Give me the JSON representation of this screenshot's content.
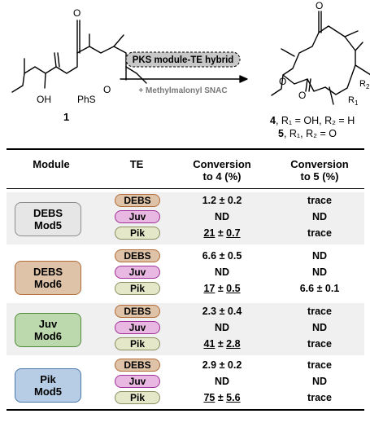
{
  "scheme": {
    "compound1_label": "1",
    "oh_label": "OH",
    "phs_label": "PhS",
    "o_label": "O",
    "enzyme_label": "PKS module-TE hybrid",
    "reagent_label": "+ Methylmalonyl SNAC",
    "r1_label": "R",
    "r1_sub": "1",
    "r2_label": "R",
    "r2_sub": "2",
    "product4_num": "4",
    "product4_text": ", R₁ = OH, R₂ = H",
    "product5_num": "5",
    "product5_text": ", R₁, R₂ = O"
  },
  "table": {
    "headers": {
      "module": "Module",
      "te": "TE",
      "conv4": "Conversion to 4 (%)",
      "conv4_line1": "Conversion",
      "conv4_line2": "to 4 (%)",
      "conv5": "Conversion to 5 (%)",
      "conv5_line1": "Conversion",
      "conv5_line2": "to 5 (%)"
    },
    "groups": [
      {
        "module_line1": "DEBS",
        "module_line2": "Mod5",
        "rows": [
          {
            "te": "DEBS",
            "conv4": "1.2 ± 0.2",
            "conv5": "trace"
          },
          {
            "te": "Juv",
            "conv4": "ND",
            "conv5": "ND"
          },
          {
            "te": "Pik",
            "conv4_a": "21",
            "conv4_pm": " ± ",
            "conv4_b": "0.7",
            "conv5": "trace"
          }
        ]
      },
      {
        "module_line1": "DEBS",
        "module_line2": "Mod6",
        "rows": [
          {
            "te": "DEBS",
            "conv4": "6.6 ± 0.5",
            "conv5": "ND"
          },
          {
            "te": "Juv",
            "conv4": "ND",
            "conv5": "ND"
          },
          {
            "te": "Pik",
            "conv4_a": "17",
            "conv4_pm": " ± ",
            "conv4_b": "0.5",
            "conv5": "6.6 ± 0.1"
          }
        ]
      },
      {
        "module_line1": "Juv",
        "module_line2": "Mod6",
        "rows": [
          {
            "te": "DEBS",
            "conv4": "2.3 ± 0.4",
            "conv5": "trace"
          },
          {
            "te": "Juv",
            "conv4": "ND",
            "conv5": "ND"
          },
          {
            "te": "Pik",
            "conv4_a": "41",
            "conv4_pm": " ± ",
            "conv4_b": "2.8",
            "conv5": "trace"
          }
        ]
      },
      {
        "module_line1": "Pik",
        "module_line2": "Mod5",
        "rows": [
          {
            "te": "DEBS",
            "conv4": "2.9 ± 0.2",
            "conv5": "trace"
          },
          {
            "te": "Juv",
            "conv4": "ND",
            "conv5": "ND"
          },
          {
            "te": "Pik",
            "conv4_a": "75",
            "conv4_pm": " ± ",
            "conv4_b": "5.6",
            "conv5": "trace"
          }
        ]
      }
    ]
  },
  "colors": {
    "debs_fill": "#dfc3a8",
    "debs_border": "#b06b36",
    "juv_fill": "#e8b8e2",
    "juv_border": "#a0309a",
    "pik_fill": "#e4e7c8",
    "pik_border": "#8a8e60",
    "mod_debs5_fill": "#e6e6e6",
    "mod_debs5_border": "#8c8c8c",
    "mod_juv6_fill": "#bcd8ad",
    "mod_juv6_border": "#4f8a38",
    "mod_pik5_fill": "#b7cde6",
    "mod_pik5_border": "#4a78a8",
    "group_bg": "#f0f0f0",
    "enzyme_fill": "#c8c8c8"
  }
}
